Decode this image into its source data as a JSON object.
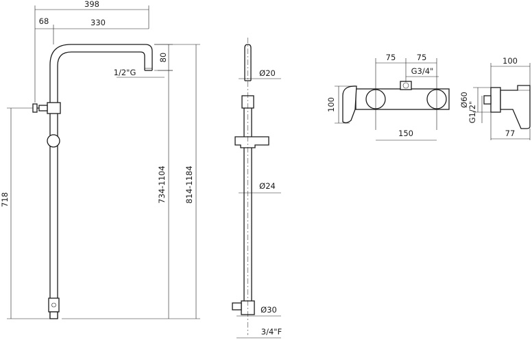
{
  "dimensions": {
    "total_width": "398",
    "offset_width": "68",
    "arm_width": "330",
    "arm_height": "80",
    "head_thread": "1/2\"G",
    "column_height": "718",
    "rail_range": "734-1104",
    "overall_range": "814-1184",
    "head_pipe_dia": "Ø20",
    "rail_dia": "Ø24",
    "base_dia": "Ø30",
    "inlet_thread": "3/4\"F",
    "mixer_offset_left": "75",
    "mixer_offset_right": "75",
    "outlet_thread": "G3/4\"",
    "mixer_height": "100",
    "mixer_width": "150",
    "side_depth": "100",
    "escutcheon_dia": "Ø60",
    "side_thread": "G1/2\"",
    "side_body_depth": "77"
  }
}
